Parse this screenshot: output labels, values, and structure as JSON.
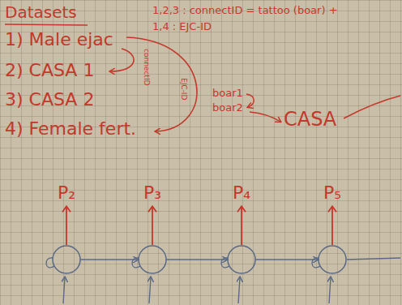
{
  "diagram": {
    "nodes": [
      {
        "text": [
          "P₂"
        ]
      },
      {
        "text": [
          "P₃"
        ]
      },
      {
        "text": [
          "P₄"
        ]
      },
      {
        "text": [
          "P₅"
        ]
      }
    ],
    "edges": [
      {
        "from": 0,
        "to": 1,
        "arrow": "to"
      },
      {
        "from": 1,
        "to": 2,
        "arrow": "to"
      },
      {
        "from": 2,
        "to": 3,
        "arrow": "to"
      }
    ],
    "labels": [
      "Datasets",
      "1) Male ejac",
      "2) CASA 1",
      "3) CASA 2",
      "4) Female fert.",
      "connectID",
      "EJC-ID",
      "1,2,3 : connectID = tattoo (boar) +",
      "1,4 : EJC-ID",
      "boar1",
      "boar2",
      "CASA"
    ]
  }
}
